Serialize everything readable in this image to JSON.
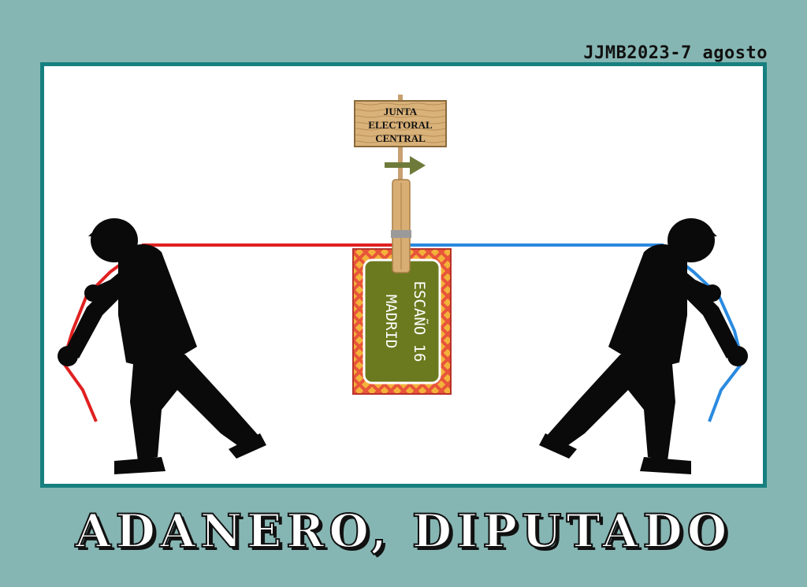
{
  "credit": "JJMB2023-7 agosto",
  "sign": {
    "line1": "JUNTA",
    "line2": "ELECTORAL",
    "line3": "CENTRAL"
  },
  "seat_card": {
    "line1": "ESCAÑO 16",
    "line2": "MADRID"
  },
  "headline": "ADANERO, DIPUTADO",
  "colors": {
    "background": "#86b6b3",
    "frame_border": "#17807f",
    "left_rope": "#e02020",
    "right_rope": "#2a8ae0",
    "card_green": "#6b7a1e",
    "card_border": "#e2452a"
  }
}
